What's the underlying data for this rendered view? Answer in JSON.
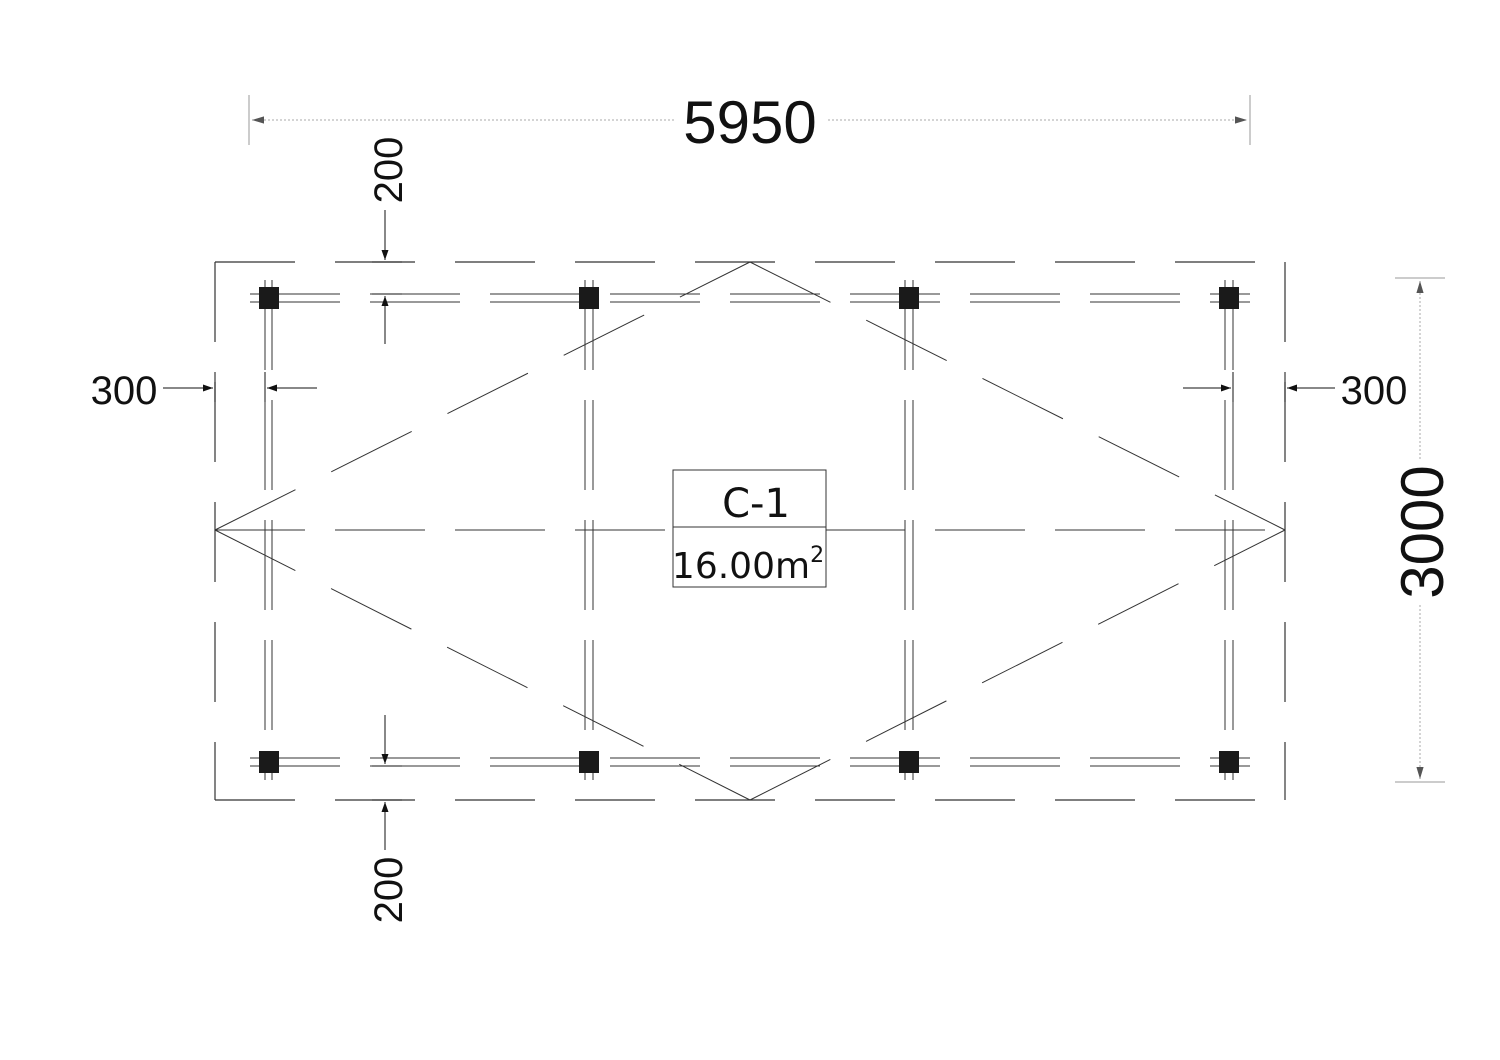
{
  "drawing": {
    "dim_width": "5950",
    "dim_height": "3000",
    "dim_offset_top": "200",
    "dim_offset_bottom": "200",
    "dim_offset_left": "300",
    "dim_offset_right": "300"
  },
  "room": {
    "name": "C-1",
    "area_value": "16.00m",
    "area_unit_exponent": "2"
  },
  "colors": {
    "line": "#111111",
    "post": "#1a1a1a",
    "faint": "#bbbbbb"
  }
}
